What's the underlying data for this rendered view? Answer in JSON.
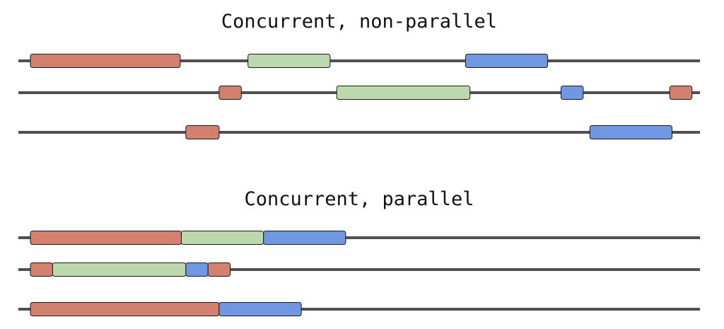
{
  "colors": {
    "red": "#d4806f",
    "green": "#bcd9ad",
    "blue": "#7097e2",
    "track": "#505050",
    "outline": "#1a1a1a"
  },
  "panels": [
    {
      "title": "Concurrent, non-parallel",
      "rows": [
        {
          "tasks": [
            {
              "color": "red",
              "start": 0,
              "end": 6.75
            },
            {
              "color": "green",
              "start": 9.8,
              "end": 13.5
            },
            {
              "color": "blue",
              "start": 19.6,
              "end": 23.3
            }
          ]
        },
        {
          "tasks": [
            {
              "color": "red",
              "start": 8.5,
              "end": 9.5
            },
            {
              "color": "green",
              "start": 13.8,
              "end": 19.8
            },
            {
              "color": "blue",
              "start": 23.9,
              "end": 24.9
            },
            {
              "color": "red",
              "start": 28.8,
              "end": 29.8
            }
          ]
        },
        {
          "tasks": [
            {
              "color": "red",
              "start": 7.0,
              "end": 8.5
            },
            {
              "color": "blue",
              "start": 25.2,
              "end": 28.9
            }
          ]
        }
      ]
    },
    {
      "title": "Concurrent, parallel",
      "rows": [
        {
          "tasks": [
            {
              "color": "red",
              "start": 0,
              "end": 6.8
            },
            {
              "color": "green",
              "start": 6.8,
              "end": 10.5
            },
            {
              "color": "blue",
              "start": 10.5,
              "end": 14.2
            }
          ]
        },
        {
          "tasks": [
            {
              "color": "red",
              "start": 0,
              "end": 1
            },
            {
              "color": "green",
              "start": 1,
              "end": 7
            },
            {
              "color": "blue",
              "start": 7,
              "end": 8
            },
            {
              "color": "red",
              "start": 8,
              "end": 9
            }
          ]
        },
        {
          "tasks": [
            {
              "color": "red",
              "start": 0,
              "end": 8.5
            },
            {
              "color": "blue",
              "start": 8.5,
              "end": 12.2
            }
          ]
        }
      ]
    }
  ]
}
